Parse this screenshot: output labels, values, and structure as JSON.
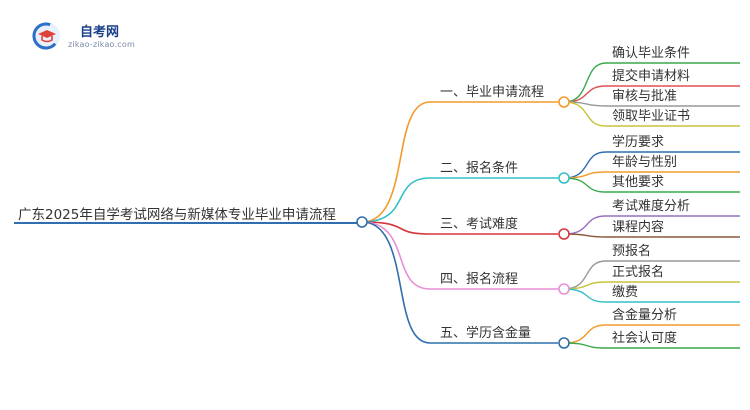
{
  "logo": {
    "icon": "graduation-cap-icon",
    "title": "自考网",
    "subtitle": "zikao-zikao.com"
  },
  "mindmap": {
    "root": "广东2025年自学考试网络与新媒体专业毕业申请流程",
    "branches": [
      {
        "label": "一、毕业申请流程",
        "color": "#f39a2b",
        "children": [
          {
            "label": "确认毕业条件",
            "color": "#3aa84b"
          },
          {
            "label": "提交申请材料",
            "color": "#e05050"
          },
          {
            "label": "审核与批准",
            "color": "#999999"
          },
          {
            "label": "领取毕业证书",
            "color": "#c7c43a"
          }
        ]
      },
      {
        "label": "二、报名条件",
        "color": "#34bfc7",
        "children": [
          {
            "label": "学历要求",
            "color": "#2f6fae"
          },
          {
            "label": "年龄与性别",
            "color": "#f39a2b"
          },
          {
            "label": "其他要求",
            "color": "#3aa84b"
          }
        ]
      },
      {
        "label": "三、考试难度",
        "color": "#d6363b",
        "children": [
          {
            "label": "考试难度分析",
            "color": "#9a6fc0"
          },
          {
            "label": "课程内容",
            "color": "#8b5a3c"
          }
        ]
      },
      {
        "label": "四、报名流程",
        "color": "#e78fd6",
        "children": [
          {
            "label": "预报名",
            "color": "#999999"
          },
          {
            "label": "正式报名",
            "color": "#c7c43a"
          },
          {
            "label": "缴费",
            "color": "#34bfc7"
          }
        ]
      },
      {
        "label": "五、学历含金量",
        "color": "#2f6fae",
        "children": [
          {
            "label": "含金量分析",
            "color": "#f39a2b"
          },
          {
            "label": "社会认可度",
            "color": "#3aa84b"
          }
        ]
      }
    ]
  }
}
